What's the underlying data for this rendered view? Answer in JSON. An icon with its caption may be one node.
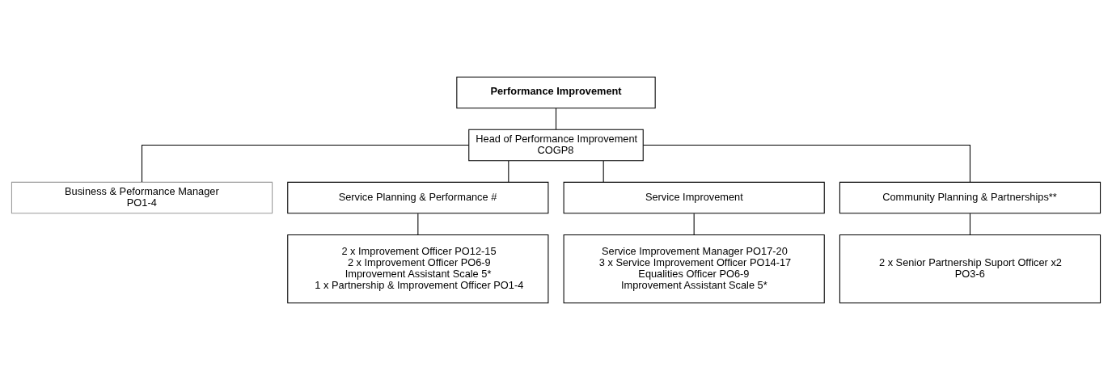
{
  "diagram": {
    "nodes": [
      {
        "text": [
          "Performance Improvement"
        ]
      },
      {
        "text": [
          "Head of Performance Improvement",
          "COGP8"
        ]
      },
      {
        "text": [
          "Business & Peformance Manager",
          "PO1-4"
        ]
      },
      {
        "text": [
          "Service Planning & Performance #"
        ]
      },
      {
        "text": [
          "Service Improvement"
        ]
      },
      {
        "text": [
          "Community Planning & Partnerships**"
        ]
      },
      {
        "text": [
          "2 x Improvement Officer PO12-15",
          "2 x Improvement Officer PO6-9",
          "Improvement Assistant Scale 5*",
          "1 x Partnership & Improvement Officer PO1-4"
        ]
      },
      {
        "text": [
          "Service Improvement Manager PO17-20",
          "3 x Service Improvement Officer PO14-17",
          "Equalities Officer PO6-9",
          "Improvement Assistant Scale 5*"
        ]
      },
      {
        "text": [
          "2 x Senior Partnership Suport Officer x2",
          "PO3-6"
        ]
      }
    ],
    "edges": [
      {
        "from": 0,
        "to": 1,
        "arrow": "none"
      },
      {
        "from": 1,
        "to": 2,
        "arrow": "none"
      },
      {
        "from": 1,
        "to": 3,
        "arrow": "none"
      },
      {
        "from": 1,
        "to": 4,
        "arrow": "none"
      },
      {
        "from": 1,
        "to": 5,
        "arrow": "none"
      },
      {
        "from": 3,
        "to": 6,
        "arrow": "none"
      },
      {
        "from": 4,
        "to": 7,
        "arrow": "none"
      },
      {
        "from": 5,
        "to": 8,
        "arrow": "none"
      }
    ]
  }
}
